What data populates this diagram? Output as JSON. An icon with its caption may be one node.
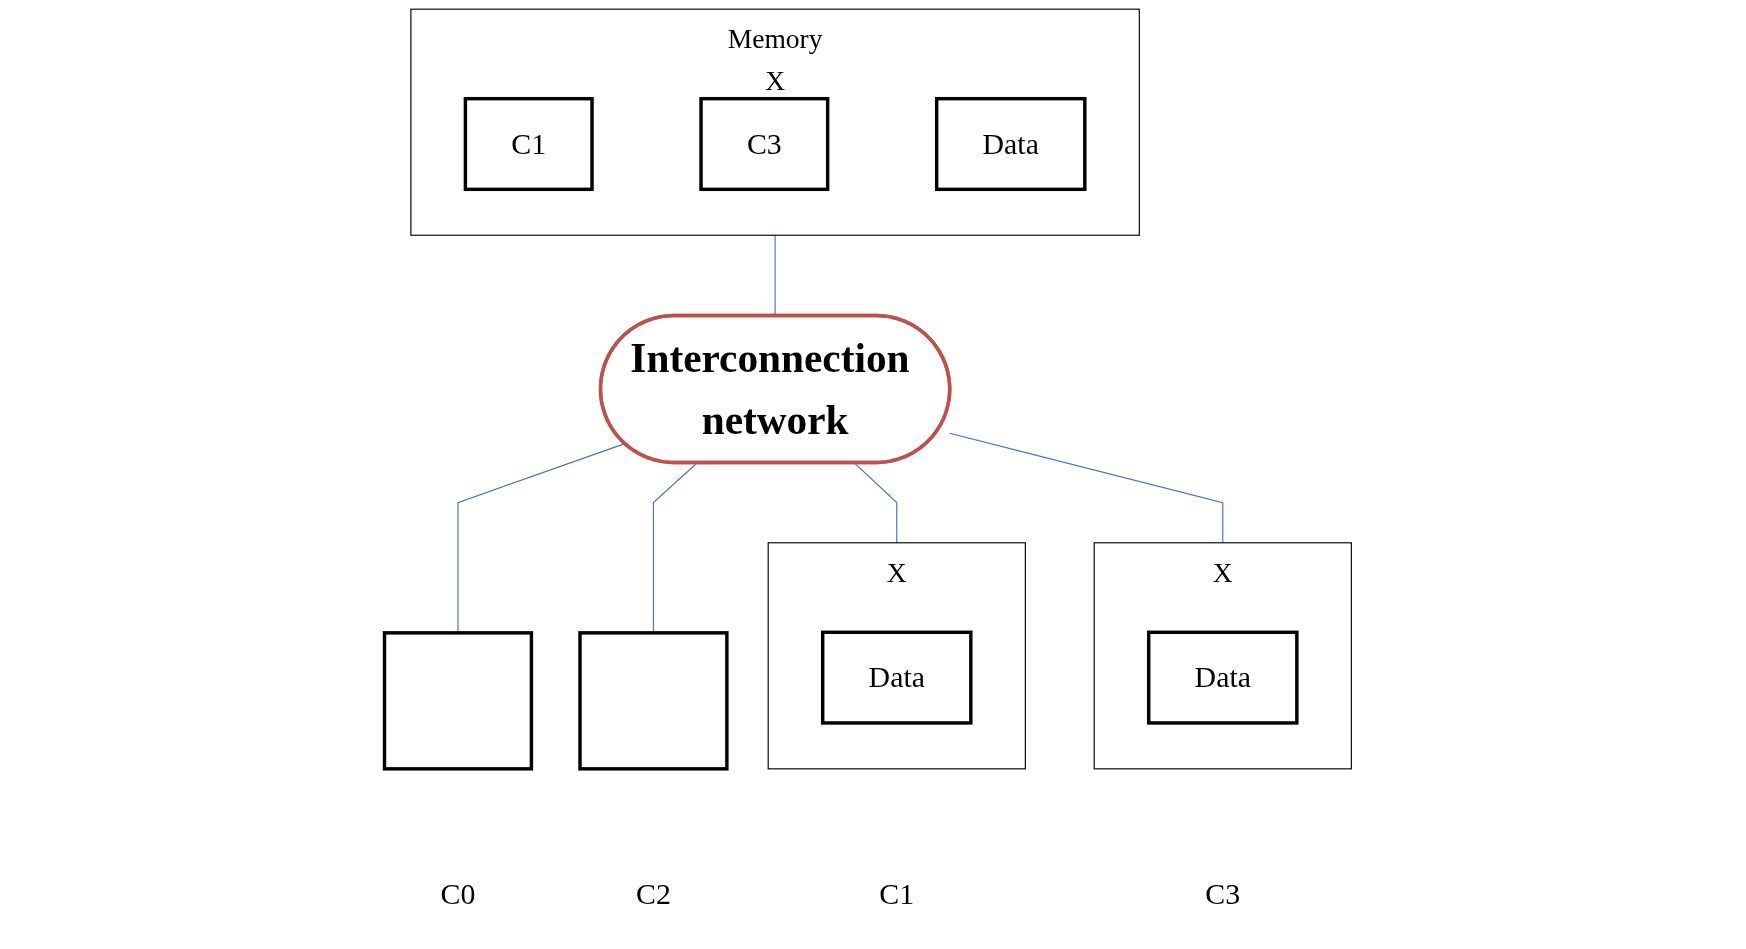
{
  "diagram": {
    "nodes": [
      {
        "text": [
          "Memory",
          "X"
        ]
      },
      {
        "text": [
          "C1"
        ],
        "in": 0
      },
      {
        "text": [
          "C3"
        ],
        "in": 0
      },
      {
        "text": [
          "Data"
        ],
        "in": 0
      },
      {
        "text": [
          "Interconnection network"
        ]
      },
      {
        "text": [],
        "shape": "box",
        "beside": [
          "C0"
        ]
      },
      {
        "text": [
          "X"
        ],
        "beside": [
          "C1"
        ]
      },
      {
        "text": [
          "Data"
        ],
        "in": 6
      },
      {
        "text": [],
        "shape": "box",
        "beside": [
          "C2"
        ]
      },
      {
        "text": [
          "X"
        ],
        "beside": [
          "C3"
        ]
      },
      {
        "text": [
          "Data"
        ],
        "in": 9
      }
    ],
    "edges": [
      {
        "from": 0,
        "to": 4,
        "arrow": "none"
      },
      {
        "from": 4,
        "to": 5,
        "arrow": "none"
      },
      {
        "from": 4,
        "to": 6,
        "arrow": "none"
      },
      {
        "from": 4,
        "to": 8,
        "arrow": "none"
      },
      {
        "from": 4,
        "to": 9,
        "arrow": "none"
      }
    ]
  }
}
